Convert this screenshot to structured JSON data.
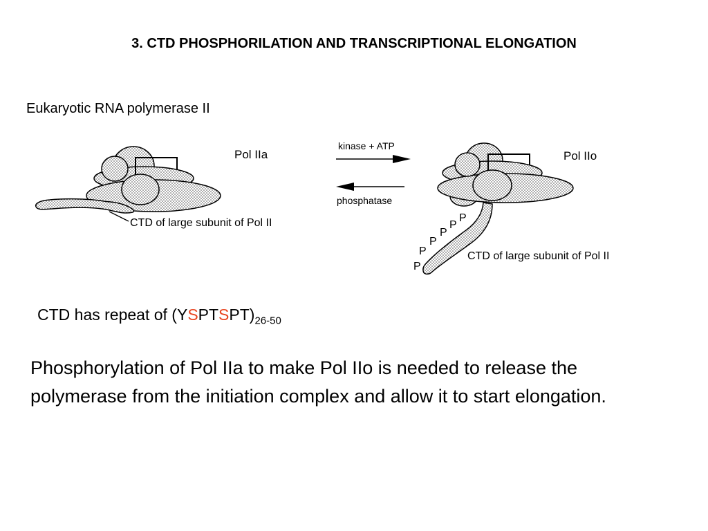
{
  "slide": {
    "title": "3. CTD PHOSPHORILATION AND TRANSCRIPTIONAL ELONGATION"
  },
  "diagram": {
    "heading": "Eukaryotic RNA polymerase II",
    "left_complex": {
      "label": "Pol IIa",
      "ctd_label": "CTD of large subunit of Pol II"
    },
    "right_complex": {
      "label": "Pol IIo",
      "ctd_label": "CTD of large subunit of Pol II",
      "phosphate_marks": [
        "P",
        "P",
        "P",
        "P",
        "P",
        "P"
      ]
    },
    "forward_arrow_label": "kinase + ATP",
    "reverse_arrow_label": "phosphatase"
  },
  "repeat": {
    "prefix": "CTD has repeat of (Y",
    "s1": "S",
    "mid": "PT",
    "s2": "S",
    "suffix": "PT)",
    "subscript": "26-50",
    "accent_color": "#e8431e"
  },
  "body": {
    "text": "Phosphorylation of Pol IIa to make Pol IIo is needed to release the polymerase from the initiation complex and allow it to start elongation."
  }
}
